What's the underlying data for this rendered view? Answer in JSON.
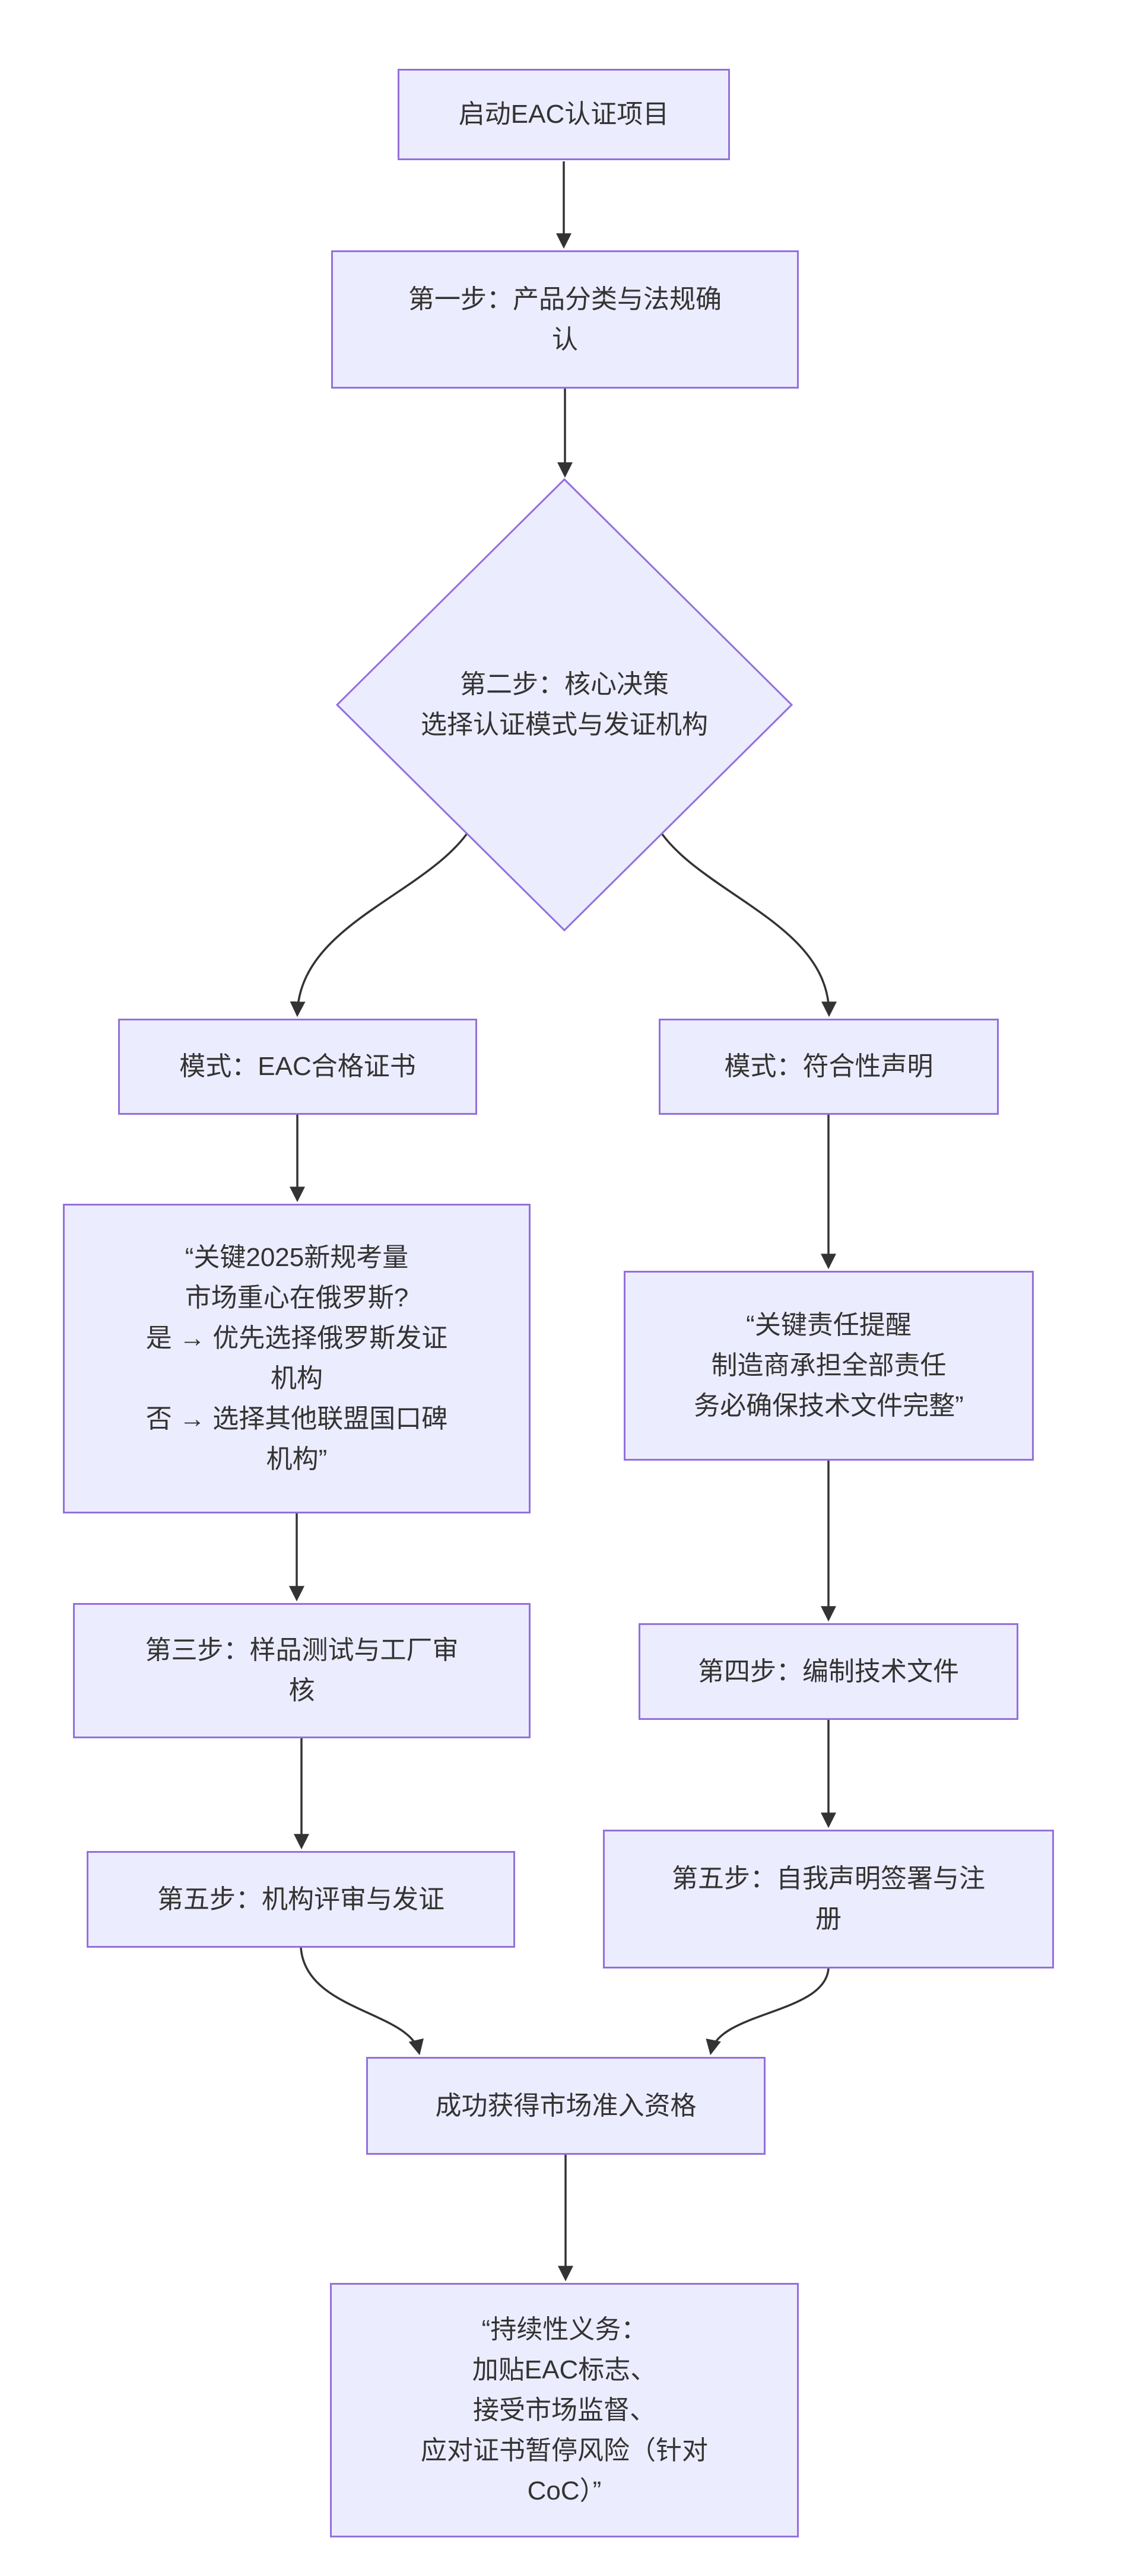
{
  "diagram": {
    "type": "flowchart",
    "direction": "top-down",
    "colors": {
      "node_fill": "#ECECFF",
      "node_border": "#9370DB",
      "text": "#333333",
      "edge": "#333333",
      "background": "#ffffff"
    },
    "nodes": {
      "start": {
        "label": "启动EAC认证项目"
      },
      "step1": {
        "label": "第一步：产品分类与法规确\n认"
      },
      "decision": {
        "label": "第二步：核心决策\n选择认证模式与发证机构"
      },
      "mode_coc": {
        "label": "模式：EAC合格证书"
      },
      "mode_doc": {
        "label": "模式：符合性声明"
      },
      "note_coc": {
        "label": "“关键2025新规考量\n市场重心在俄罗斯?\n是 → 优先选择俄罗斯发证\n机构\n否 → 选择其他联盟国口碑\n机构”"
      },
      "note_doc": {
        "label": "“关键责任提醒\n制造商承担全部责任\n务必确保技术文件完整”"
      },
      "step3": {
        "label": "第三步：样品测试与工厂审\n核"
      },
      "step4": {
        "label": "第四步：编制技术文件"
      },
      "step5_coc": {
        "label": "第五步：机构评审与发证"
      },
      "step5_doc": {
        "label": "第五步：自我声明签署与注\n册"
      },
      "success": {
        "label": "成功获得市场准入资格"
      },
      "obligations": {
        "label": "“持续性义务：\n加贴EAC标志、\n接受市场监督、\n应对证书暂停风险（针对\nCoC）”"
      }
    }
  }
}
